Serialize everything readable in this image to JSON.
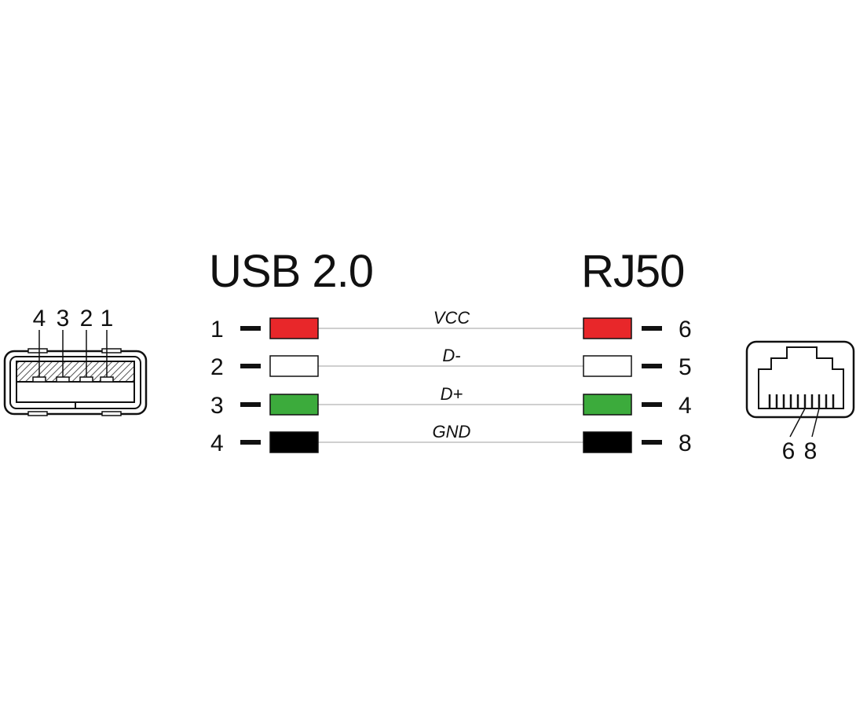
{
  "left_title": "USB 2.0",
  "right_title": "RJ50",
  "wires": [
    {
      "usb_pin": "1",
      "rj50_pin": "6",
      "signal": "VCC",
      "color": "#e8272a"
    },
    {
      "usb_pin": "2",
      "rj50_pin": "5",
      "signal": "D-",
      "color": "#ffffff"
    },
    {
      "usb_pin": "3",
      "rj50_pin": "4",
      "signal": "D+",
      "color": "#3cab3c"
    },
    {
      "usb_pin": "4",
      "rj50_pin": "8",
      "signal": "GND",
      "color": "#000000"
    }
  ],
  "usb_connector": {
    "pin_labels": [
      "4",
      "3",
      "2",
      "1"
    ]
  },
  "rj50_connector": {
    "pin_labels": [
      "6",
      "8"
    ]
  },
  "colors": {
    "wire_line": "#cfcfcf",
    "outline": "#111111"
  }
}
